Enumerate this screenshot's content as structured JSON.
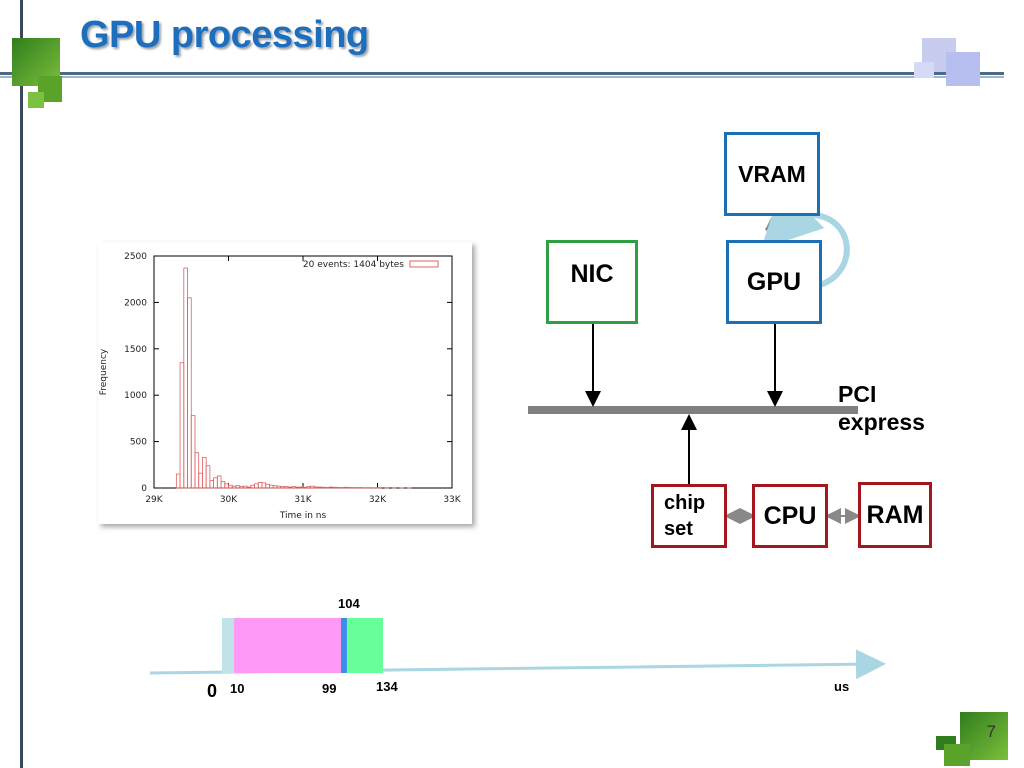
{
  "slide": {
    "title": "GPU processing",
    "page_number": "7"
  },
  "diagram": {
    "vram": "VRAM",
    "gpu": "GPU",
    "nic": "NIC",
    "pci_line1": "PCI",
    "pci_line2": "express",
    "chipset_line1": "chip",
    "chipset_line2": "set",
    "cpu": "CPU",
    "ram": "RAM"
  },
  "timeline": {
    "label_0": "0",
    "label_10": "10",
    "label_99": "99",
    "label_104": "104",
    "label_134": "134",
    "unit": "us",
    "segments": [
      {
        "start": 0,
        "end": 10,
        "color": "#bfe3e6"
      },
      {
        "start": 10,
        "end": 99,
        "color": "#ff99f8"
      },
      {
        "start": 99,
        "end": 104,
        "color": "#3a8ee8"
      },
      {
        "start": 104,
        "end": 134,
        "color": "#66ff99"
      }
    ]
  },
  "colors": {
    "title": "#1d6fbd",
    "gpu_box": "#1c6fb3",
    "nic_box": "#2ea043",
    "host_box": "#a3161e",
    "bus": "#808080",
    "histogram": "#e06060"
  },
  "chart_data": {
    "type": "bar",
    "legend": "20 events: 1404 bytes",
    "legend_position": "top-right",
    "xlabel": "Time in ns",
    "ylabel": "Frequency",
    "xlim": [
      29000,
      33000
    ],
    "ylim": [
      0,
      2500
    ],
    "x_tick_labels": [
      "29K",
      "30K",
      "31K",
      "32K",
      "33K"
    ],
    "x_tick_values": [
      29000,
      30000,
      31000,
      32000,
      33000
    ],
    "y_tick_labels": [
      "0",
      "500",
      "1000",
      "1500",
      "2000",
      "2500"
    ],
    "y_tick_values": [
      0,
      500,
      1000,
      1500,
      2000,
      2500
    ],
    "bin_width": 50,
    "bins_start": [
      29300,
      29350,
      29400,
      29450,
      29500,
      29550,
      29600,
      29650,
      29700,
      29750,
      29800,
      29850,
      29900,
      29950,
      30000,
      30050,
      30100,
      30150,
      30200,
      30250,
      30300,
      30350,
      30400,
      30450,
      30500,
      30550,
      30600,
      30650,
      30700,
      30750,
      30800,
      30850,
      30900,
      30950,
      31000,
      31050,
      31100,
      31150,
      31200,
      31250,
      31300,
      31350,
      31400,
      31450,
      31500,
      31550,
      31600,
      31650,
      31700,
      31750,
      31800,
      31850,
      31900,
      31950,
      32000,
      32100,
      32200,
      32300,
      32400
    ],
    "values": [
      150,
      1350,
      2370,
      2050,
      780,
      380,
      160,
      330,
      240,
      80,
      110,
      130,
      70,
      45,
      30,
      20,
      25,
      15,
      20,
      10,
      30,
      45,
      60,
      55,
      40,
      30,
      25,
      20,
      15,
      15,
      10,
      15,
      10,
      10,
      8,
      15,
      20,
      12,
      10,
      8,
      6,
      10,
      8,
      6,
      5,
      8,
      6,
      5,
      4,
      5,
      3,
      4,
      3,
      3,
      4,
      3,
      3,
      2,
      2
    ],
    "grid": false
  }
}
